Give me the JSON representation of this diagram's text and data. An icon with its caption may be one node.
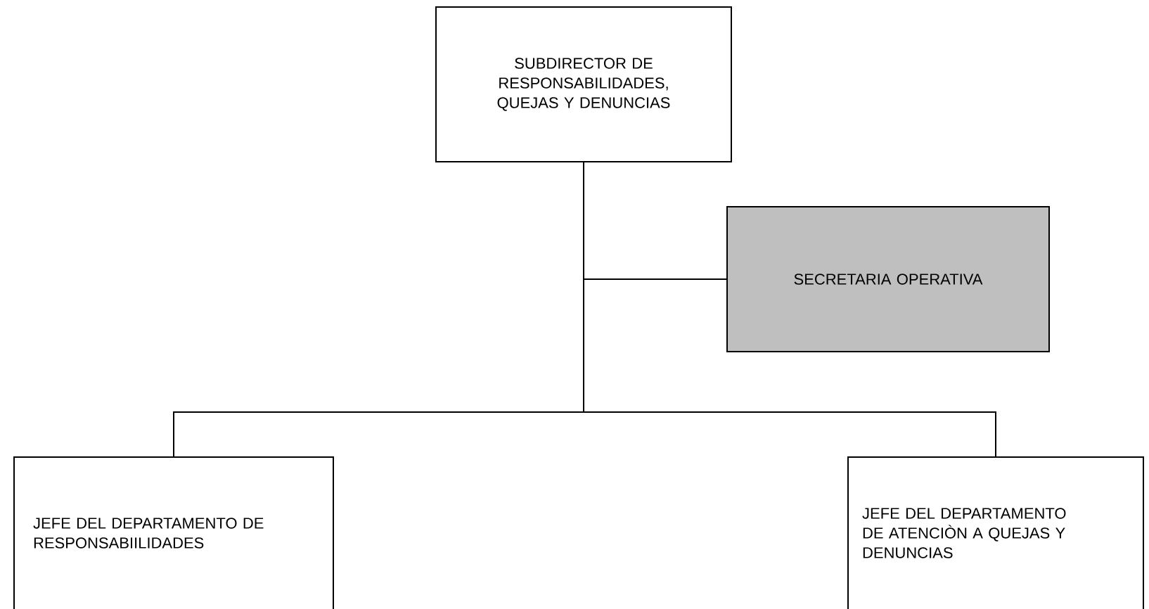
{
  "diagram": {
    "nodes": [
      {
        "text": [
          "SUBDIRECTOR DE RESPONSABILIDADES, QUEJAS Y DENUNCIAS"
        ]
      },
      {
        "text": [
          "SECRETARIA OPERATIVA"
        ]
      },
      {
        "text": [
          "JEFE DEL DEPARTAMENTO DE RESPONSABIILIDADES"
        ]
      },
      {
        "text": [
          "JEFE DEL DEPARTAMENTO DE ATENCIÒN A QUEJAS Y DENUNCIAS"
        ]
      }
    ],
    "edges": [
      {
        "from": 0,
        "to": 1,
        "arrow": "none"
      },
      {
        "from": 0,
        "to": 2,
        "arrow": "none"
      },
      {
        "from": 0,
        "to": 3,
        "arrow": "none"
      }
    ]
  }
}
